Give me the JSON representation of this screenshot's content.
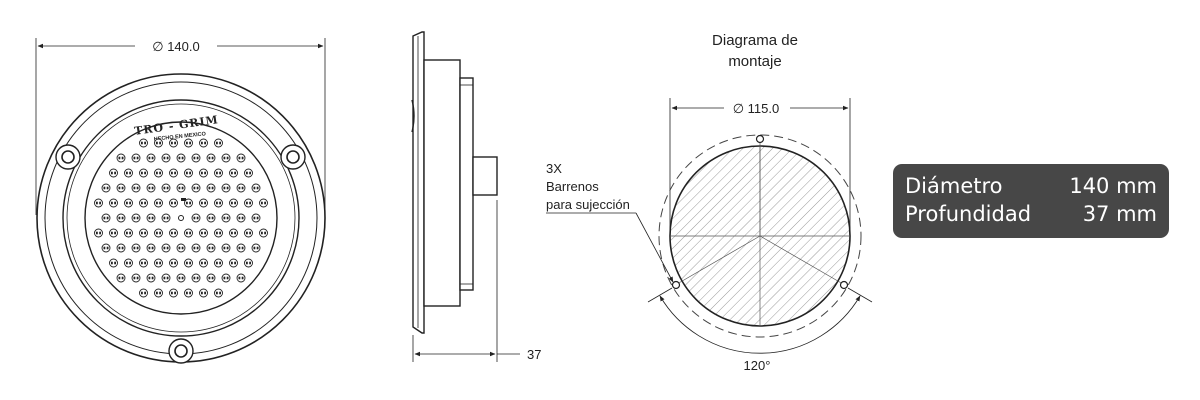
{
  "front_view": {
    "diameter_label": "∅ 140.0",
    "brand": "TRO - GRIM",
    "made_in": "HECHO EN MEXICO"
  },
  "side_view": {
    "depth_label": "37"
  },
  "mounting": {
    "title_line1": "Diagrama de",
    "title_line2": "montaje",
    "diameter_label": "∅ 115.0",
    "holes_line1": "3X",
    "holes_line2": "Barrenos",
    "holes_line3": "para sujección",
    "angle_label": "120°"
  },
  "specs": [
    {
      "label": "Diámetro",
      "value": "140 mm"
    },
    {
      "label": "Profundidad",
      "value": "37 mm"
    }
  ],
  "colors": {
    "line": "#222222",
    "box_bg": "#474747",
    "box_text": "#ffffff"
  }
}
